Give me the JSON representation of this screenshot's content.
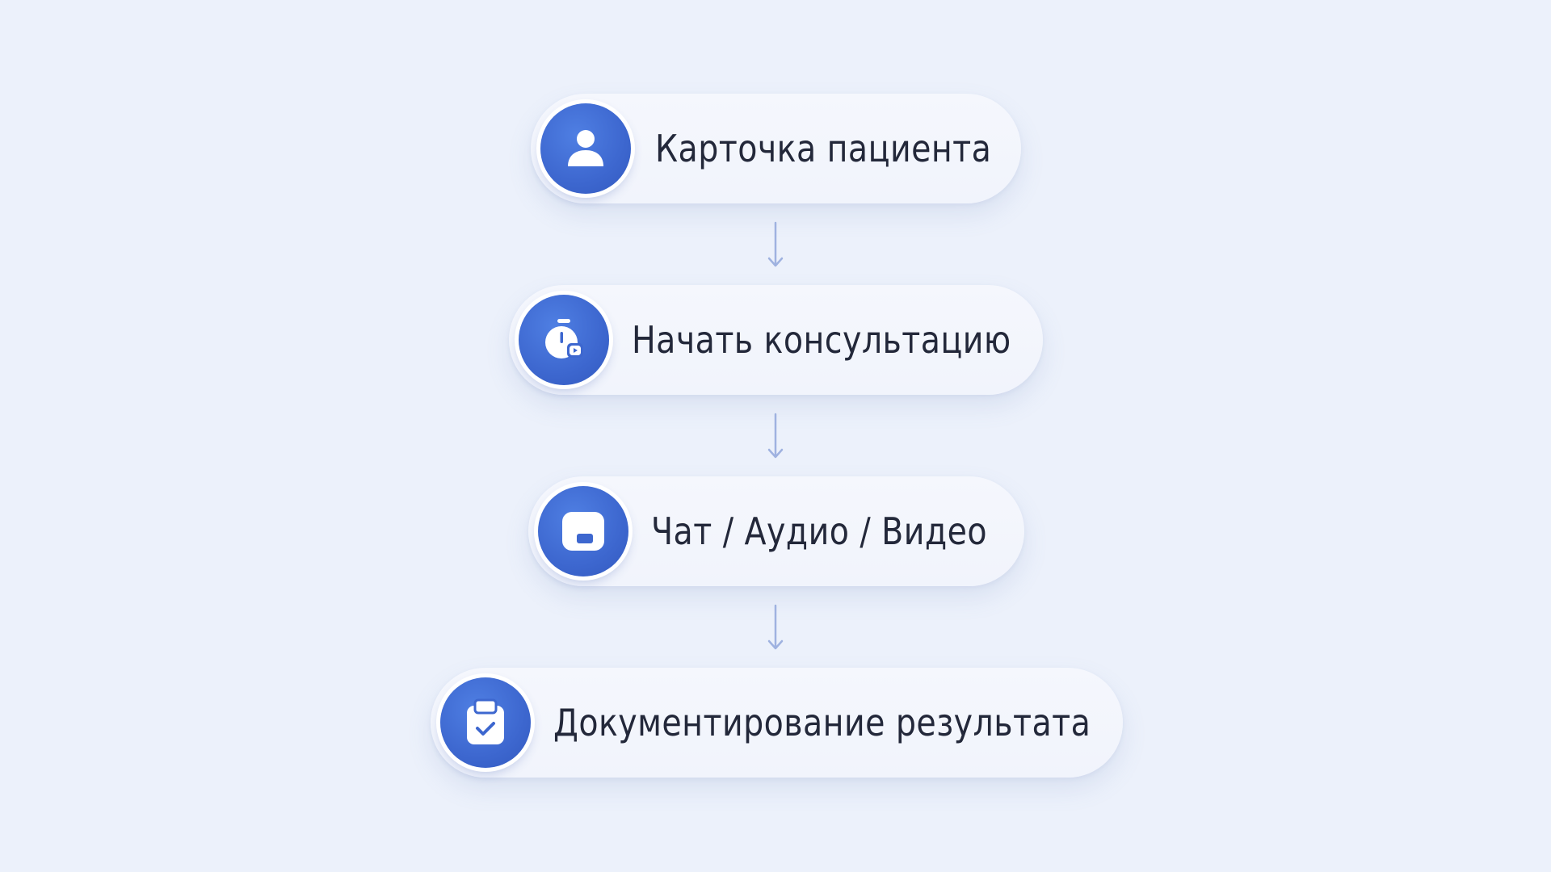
{
  "steps": [
    {
      "label": "Карточка пациента",
      "icon": "user-icon"
    },
    {
      "label": "Начать консультацию",
      "icon": "stopwatch-play-icon"
    },
    {
      "label": "Чат / Аудио / Видео",
      "icon": "chat-window-icon"
    },
    {
      "label": "Документирование результата",
      "icon": "clipboard-check-icon"
    }
  ],
  "colors": {
    "background": "#ECF1FB",
    "accent": "#3D67CF",
    "card": "#F4F6FD",
    "text": "#23283A",
    "arrow": "#9FB2E0"
  }
}
